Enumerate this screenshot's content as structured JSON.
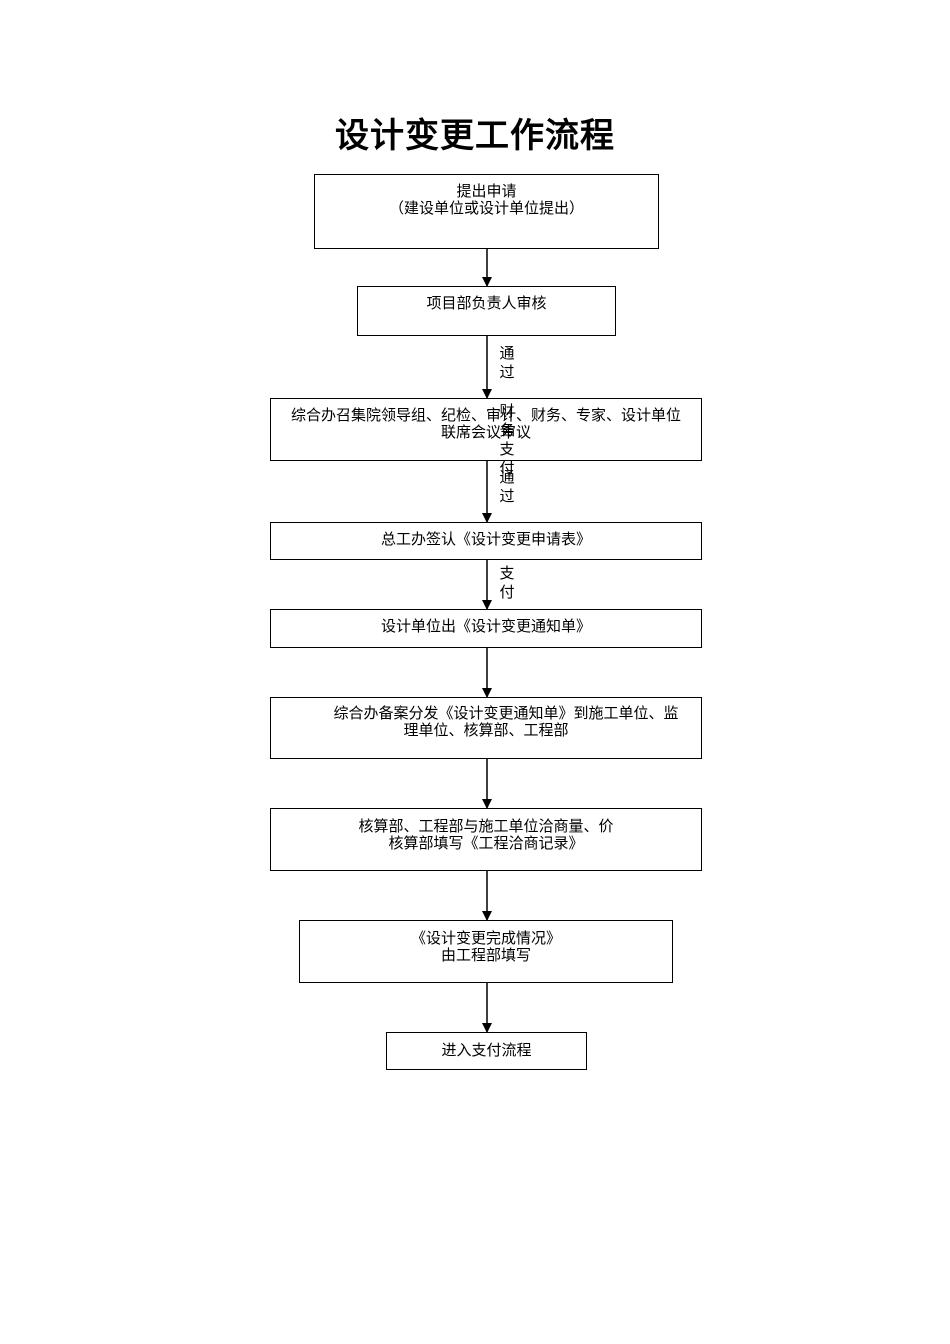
{
  "title": "设计变更工作流程",
  "steps": [
    {
      "lines": [
        "提出申请",
        "（建设单位或设计单位提出）"
      ]
    },
    {
      "lines": [
        "项目部负责人审核"
      ]
    },
    {
      "lines": [
        "综合办召集院领导组、纪检、审计、财务、专家、设计单位",
        "联席会议审议"
      ]
    },
    {
      "lines": [
        "总工办签认《设计变更申请表》"
      ]
    },
    {
      "lines": [
        "设计单位出《设计变更通知单》"
      ]
    },
    {
      "lines": [
        "综合办备案分发《设计变更通知单》到施工单位、监",
        "理单位、核算部、工程部"
      ]
    },
    {
      "lines": [
        "核算部、工程部与施工单位洽商量、价",
        "核算部填写《工程洽商记录》"
      ]
    },
    {
      "lines": [
        "《设计变更完成情况》",
        "由工程部填写"
      ]
    },
    {
      "lines": [
        "进入支付流程"
      ]
    }
  ],
  "edge_labels": {
    "pass_1": [
      "通",
      "过"
    ],
    "overlap_fin": [
      "财",
      "务",
      "支",
      "付"
    ],
    "pass_2": [
      "通",
      "过"
    ],
    "pay": [
      "支",
      "付"
    ]
  }
}
